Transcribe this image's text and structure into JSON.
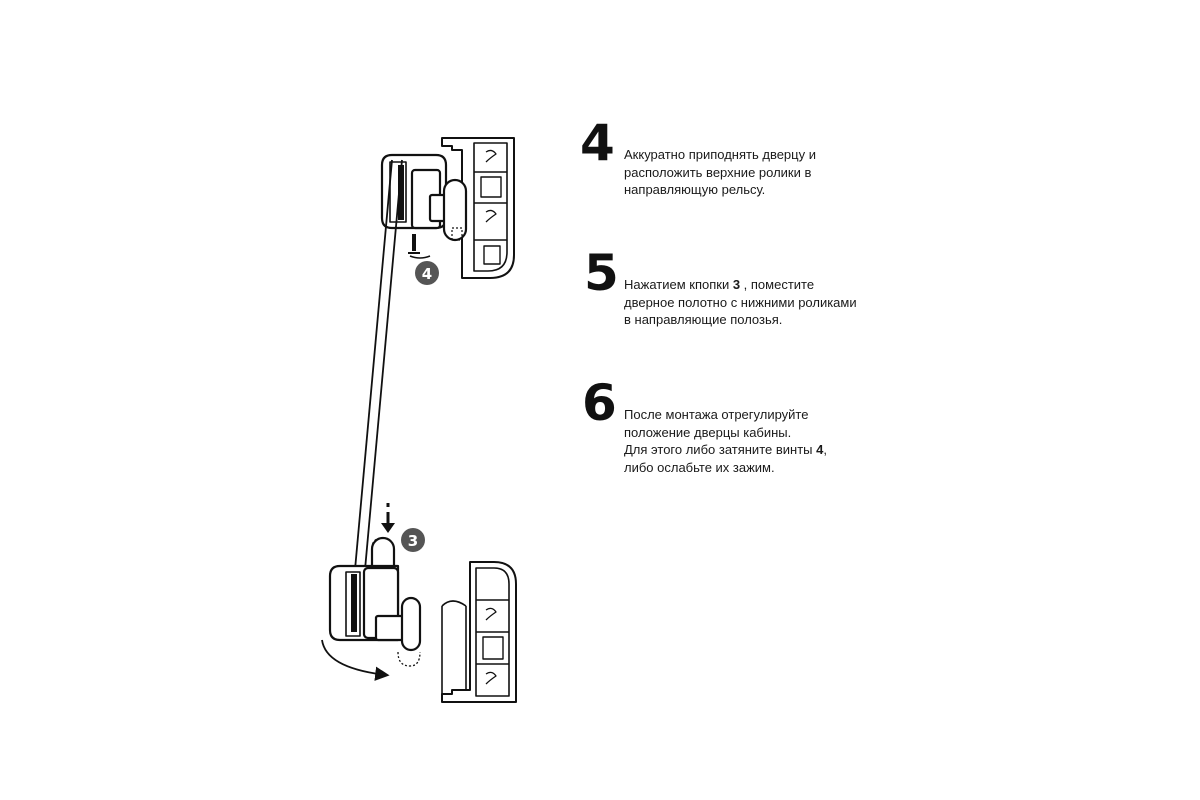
{
  "badges": {
    "top_screw_badge": "4",
    "bottom_button_badge": "3"
  },
  "steps": [
    {
      "number": "4",
      "lines": [
        "Аккуратно приподнять дверцу и",
        "расположить верхние ролики в",
        "направляющую рельсу."
      ]
    },
    {
      "number": "5",
      "line1_prefix": "Нажатием кпопки ",
      "line1_bold": "3",
      "line1_suffix": " , поместите",
      "line2": "дверное полотно с нижними роликами",
      "line3": "в направляющие полозья."
    },
    {
      "number": "6",
      "line1": "После монтажа отрегулируйте",
      "line2": "положение дверцы кабины.",
      "line3_prefix": "Для этого либо затяните винты ",
      "line3_bold": "4",
      "line3_suffix": ",",
      "line4": "либо ослабьте их зажим."
    }
  ]
}
